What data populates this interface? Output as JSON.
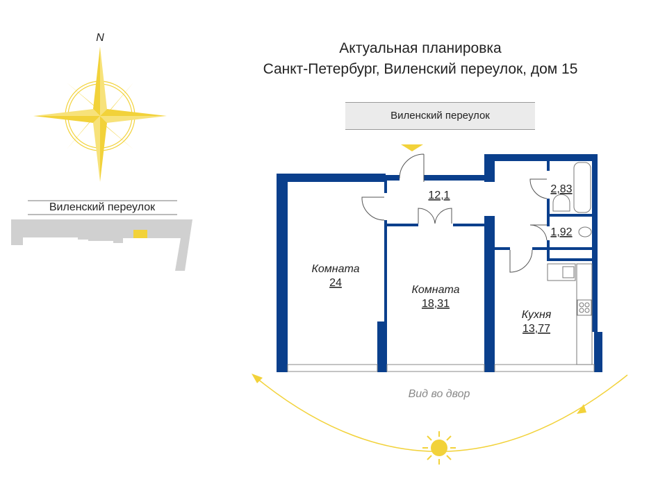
{
  "header": {
    "title": "Актуальная планировка",
    "address": "Санкт-Петербург, Виленский переулок, дом 15"
  },
  "street_label": "Виленский переулок",
  "compass": {
    "north_label": "N"
  },
  "site_map": {
    "street_label": "Виленский переулок"
  },
  "rooms": [
    {
      "name": "Комната",
      "area": "24"
    },
    {
      "name": "Комната",
      "area": "18,31"
    },
    {
      "name": "Кухня",
      "area": "13,77"
    },
    {
      "name": "",
      "area": "12,1"
    },
    {
      "name": "",
      "area": "2,83"
    },
    {
      "name": "",
      "area": "1,92"
    }
  ],
  "yard_view_label": "Вид во двор",
  "colors": {
    "wall": "#0a3f8c",
    "accent": "#f2d23a",
    "building": "#d0d0d0"
  }
}
